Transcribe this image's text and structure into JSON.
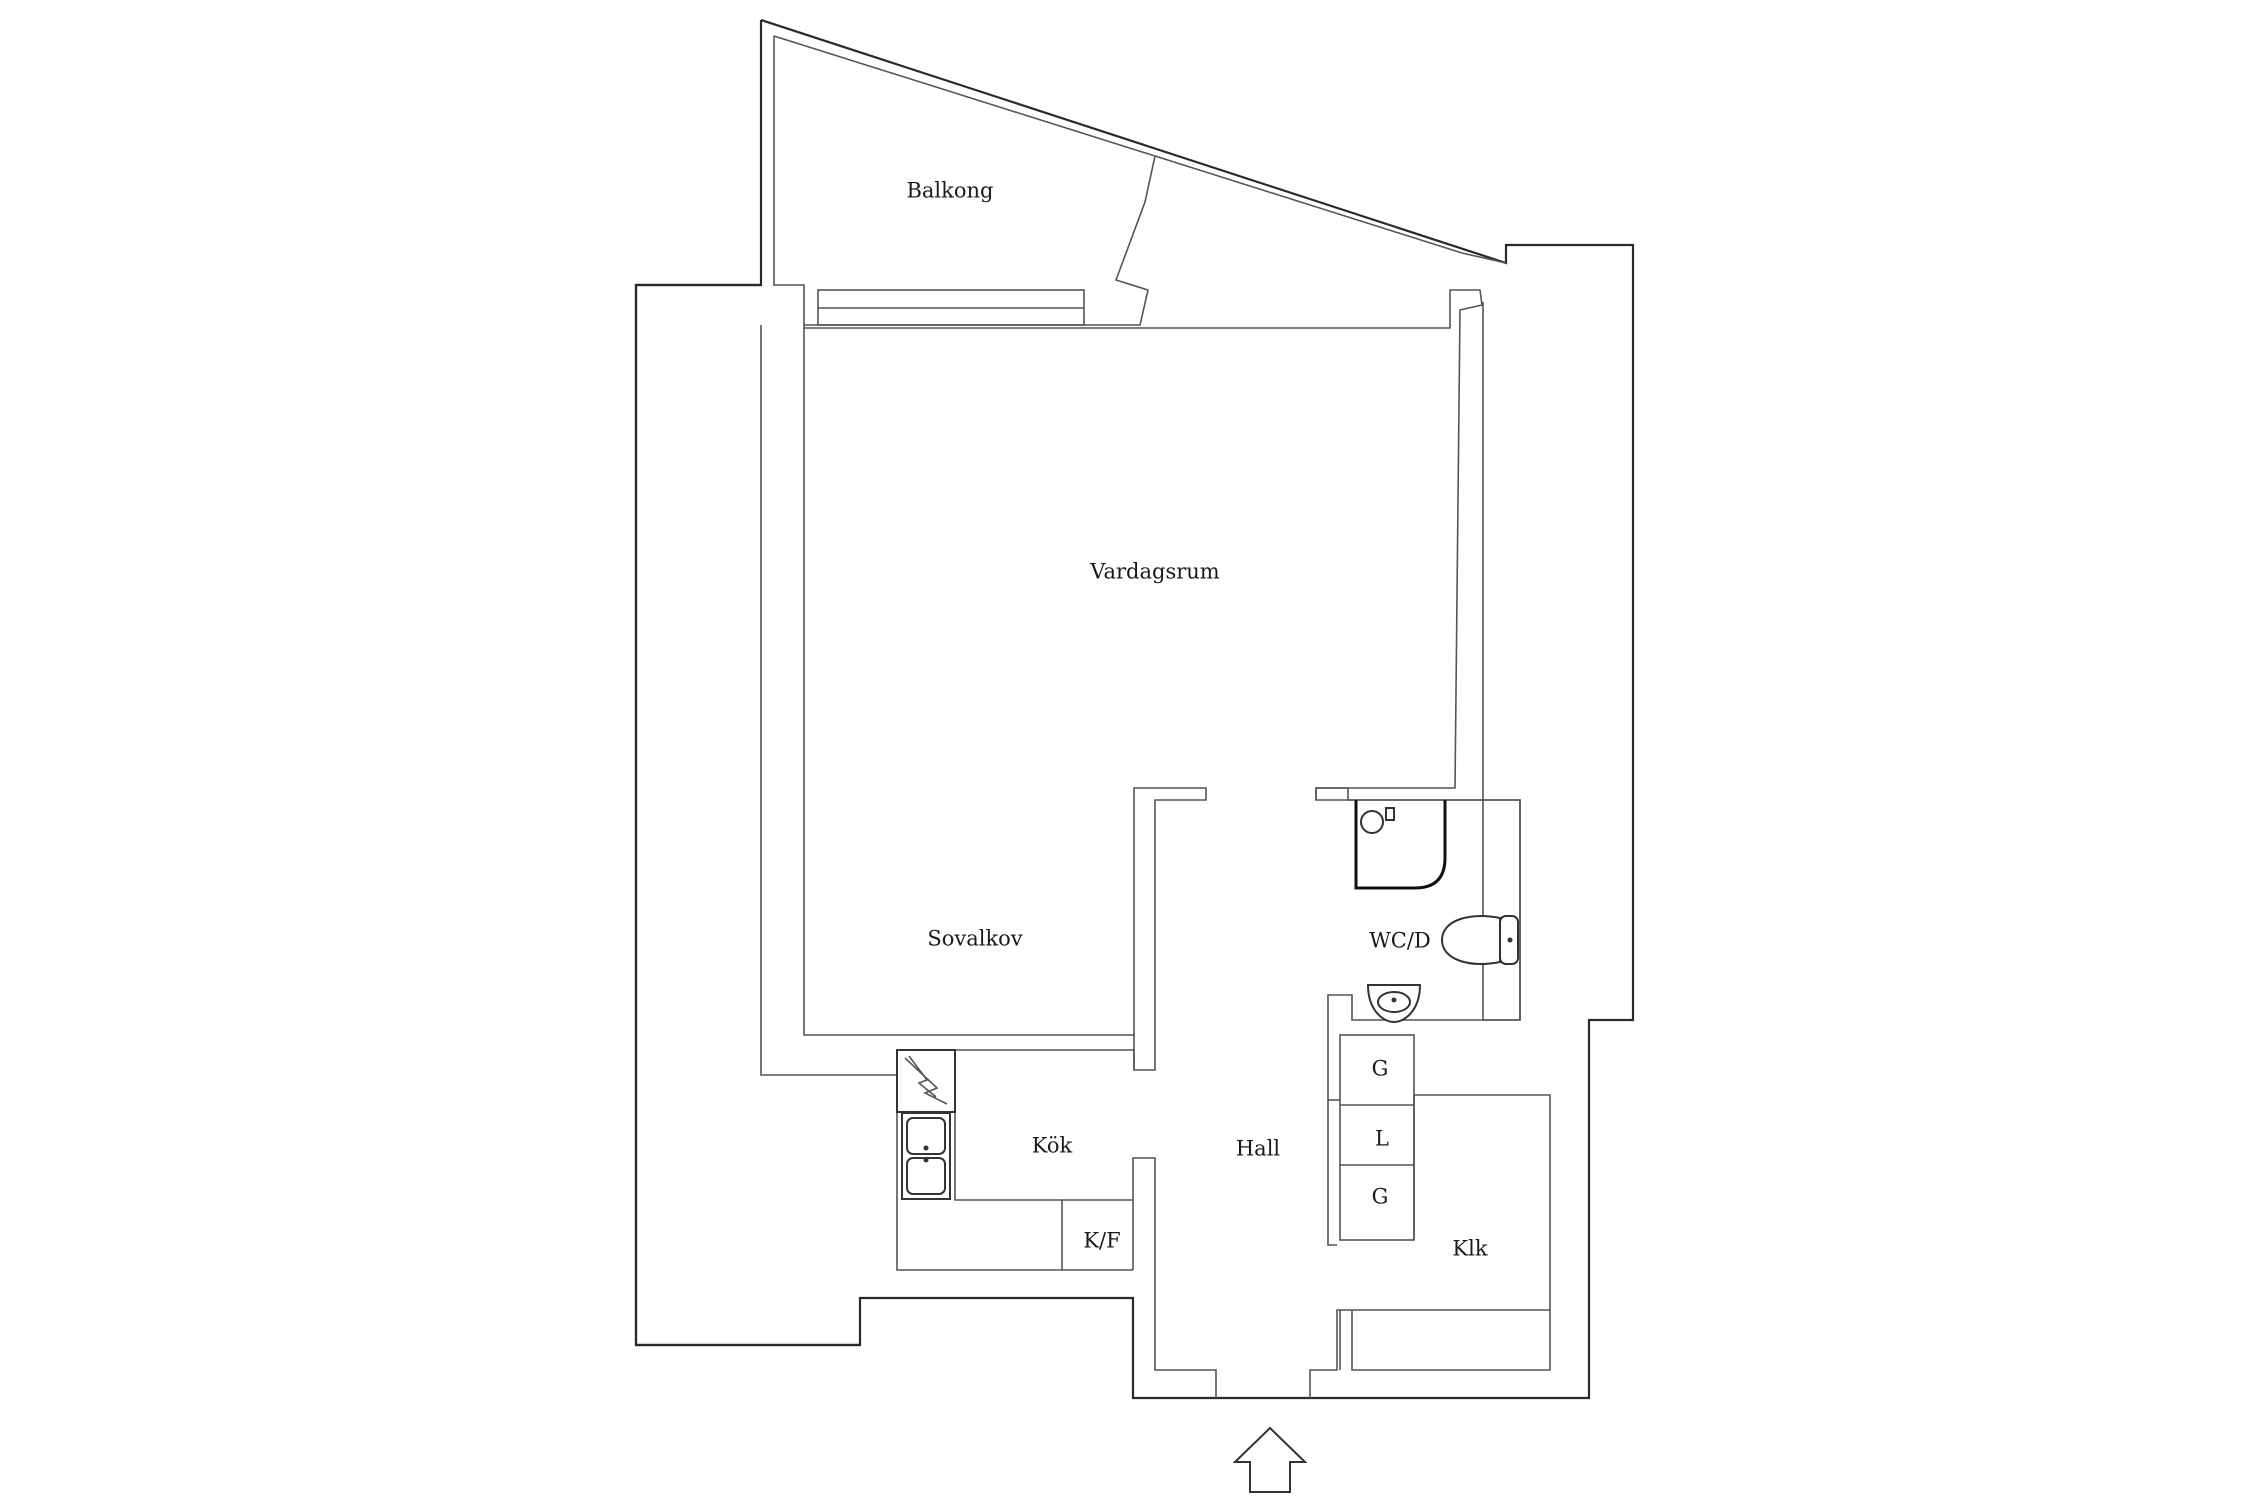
{
  "floorplan": {
    "rooms": {
      "balcony": "Balkong",
      "living_room": "Vardagsrum",
      "sleeping_alcove": "Sovalkov",
      "kitchen": "Kök",
      "hall": "Hall",
      "bathroom": "WC/D",
      "walk_in_closet": "Klk"
    },
    "fixtures": {
      "fridge_freezer": "K/F",
      "wardrobe_top": "G",
      "linen_closet": "L",
      "wardrobe_bottom": "G"
    },
    "icons": {
      "entrance": "entrance-arrow-icon",
      "stove": "stove-icon",
      "sink": "kitchen-sink-icon",
      "shower": "shower-icon",
      "toilet": "toilet-icon",
      "washbasin": "washbasin-icon"
    }
  }
}
